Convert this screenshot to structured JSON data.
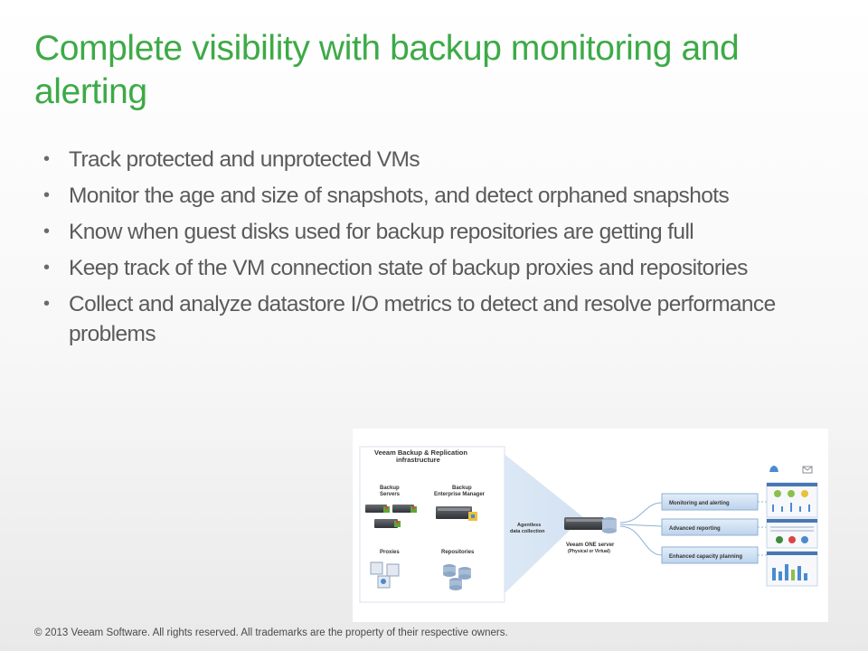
{
  "slide": {
    "title": "Complete visibility with backup monitoring and alerting",
    "bullets": [
      "Track protected and unprotected VMs",
      "Monitor the age and size of snapshots, and detect orphaned snapshots",
      "Know when guest disks used for backup repositories are getting full",
      "Keep track of the VM connection state of backup proxies and repositories",
      "Collect and analyze datastore I/O metrics to detect and resolve performance problems"
    ],
    "footer": "© 2013 Veeam Software. All rights reserved. All trademarks are the property of their respective owners."
  },
  "diagram": {
    "infra_title_line1": "Veeam Backup & Replication",
    "infra_title_line2": "infrastructure",
    "backup_servers_line1": "Backup",
    "backup_servers_line2": "Servers",
    "em_line1": "Backup",
    "em_line2": "Enterprise Manager",
    "proxies": "Proxies",
    "repositories": "Repositories",
    "agentless_line1": "Agentless",
    "agentless_line2": "data collection",
    "one_server": "Veeam ONE server",
    "one_server_sub": "(Physical or Virtual)",
    "outputs": [
      "Monitoring and alerting",
      "Advanced reporting",
      "Enhanced capacity planning"
    ],
    "colors": {
      "box_blue": "#c9dcf0",
      "border_blue": "#8fb1d6",
      "cone_blue": "#dbe8f5"
    }
  }
}
